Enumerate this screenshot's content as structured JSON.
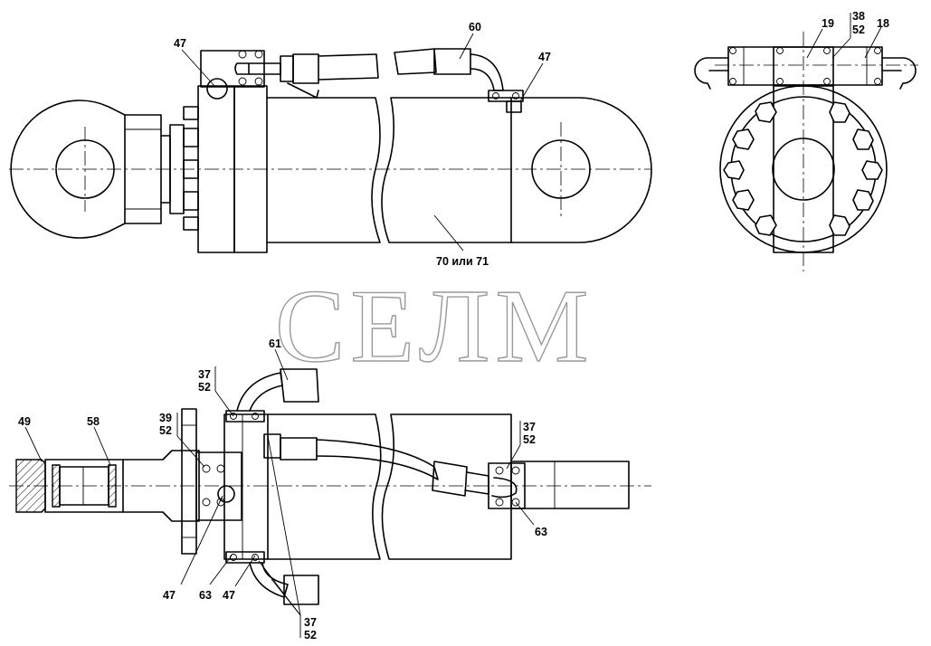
{
  "watermark": "СЕЛМ",
  "callouts": {
    "top_left_47": "47",
    "top_60": "60",
    "top_right_47": "47",
    "body_label": "70 или 71",
    "side_19": "19",
    "side_38": "38",
    "side_52": "52",
    "side_18": "18",
    "bottom_61": "61",
    "bottom_37a": "37",
    "bottom_52a": "52",
    "bottom_39": "39",
    "bottom_52b": "52",
    "bottom_49": "49",
    "bottom_58": "58",
    "bottom_37b": "37",
    "bottom_52c": "52",
    "bottom_63a": "63",
    "bottom_47a": "47",
    "bottom_63b": "63",
    "bottom_47b": "47",
    "bottom_37c": "37",
    "bottom_52d": "52"
  }
}
